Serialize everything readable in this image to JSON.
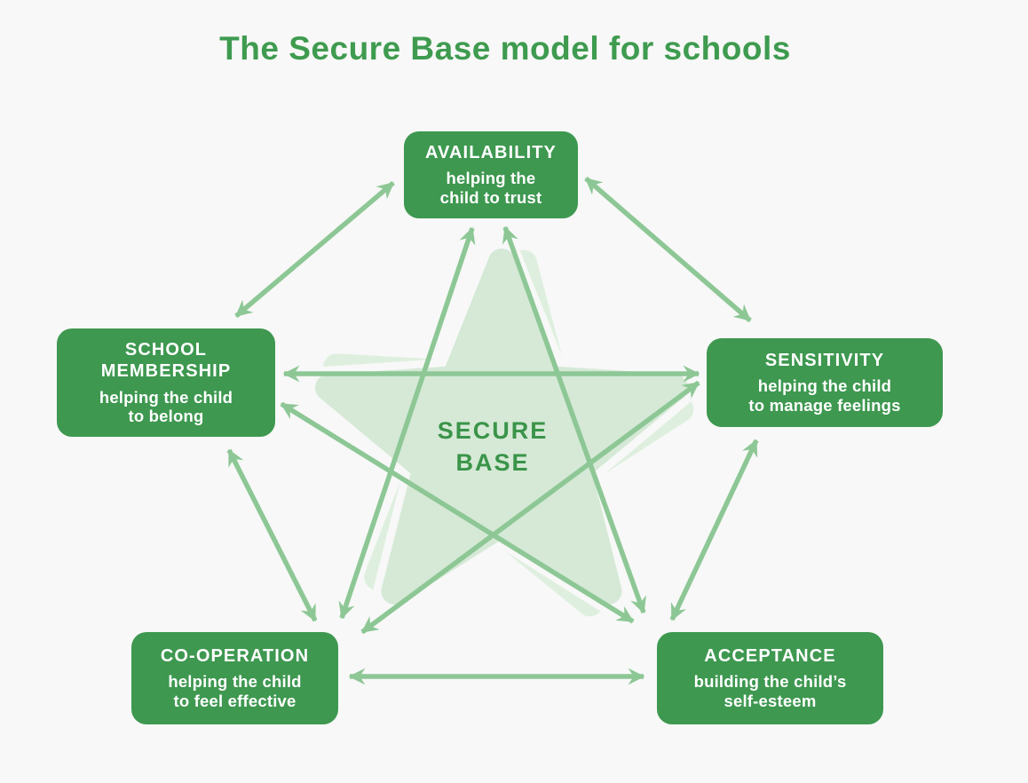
{
  "title": "The Secure Base model for schools",
  "center": {
    "label": "SECURE\nBASE"
  },
  "nodes": [
    {
      "id": "availability",
      "heading": "AVAILABILITY",
      "subtext": "helping the\nchild to trust"
    },
    {
      "id": "school-membership",
      "heading": "SCHOOL\nMEMBERSHIP",
      "subtext": "helping the child\nto belong"
    },
    {
      "id": "sensitivity",
      "heading": "SENSITIVITY",
      "subtext": "helping the child\nto manage feelings"
    },
    {
      "id": "co-operation",
      "heading": "CO-OPERATION",
      "subtext": "helping the child\nto feel effective"
    },
    {
      "id": "acceptance",
      "heading": "ACCEPTANCE",
      "subtext": "building the child’s\nself-esteem"
    }
  ],
  "edges": [
    [
      "availability",
      "school-membership"
    ],
    [
      "availability",
      "sensitivity"
    ],
    [
      "availability",
      "co-operation"
    ],
    [
      "availability",
      "acceptance"
    ],
    [
      "school-membership",
      "sensitivity"
    ],
    [
      "school-membership",
      "acceptance"
    ],
    [
      "school-membership",
      "co-operation"
    ],
    [
      "co-operation",
      "sensitivity"
    ],
    [
      "co-operation",
      "acceptance"
    ],
    [
      "sensitivity",
      "acceptance"
    ]
  ],
  "colors": {
    "background": "#f7f8f7",
    "box_green": "#3e9850",
    "arrow_green": "#8dc795",
    "star_fill": "#d5e9d6",
    "star_back_fill": "#dfefdf",
    "title_green": "#3e9b4f",
    "center_text_green": "#3a9449",
    "box_text": "#ffffff"
  }
}
